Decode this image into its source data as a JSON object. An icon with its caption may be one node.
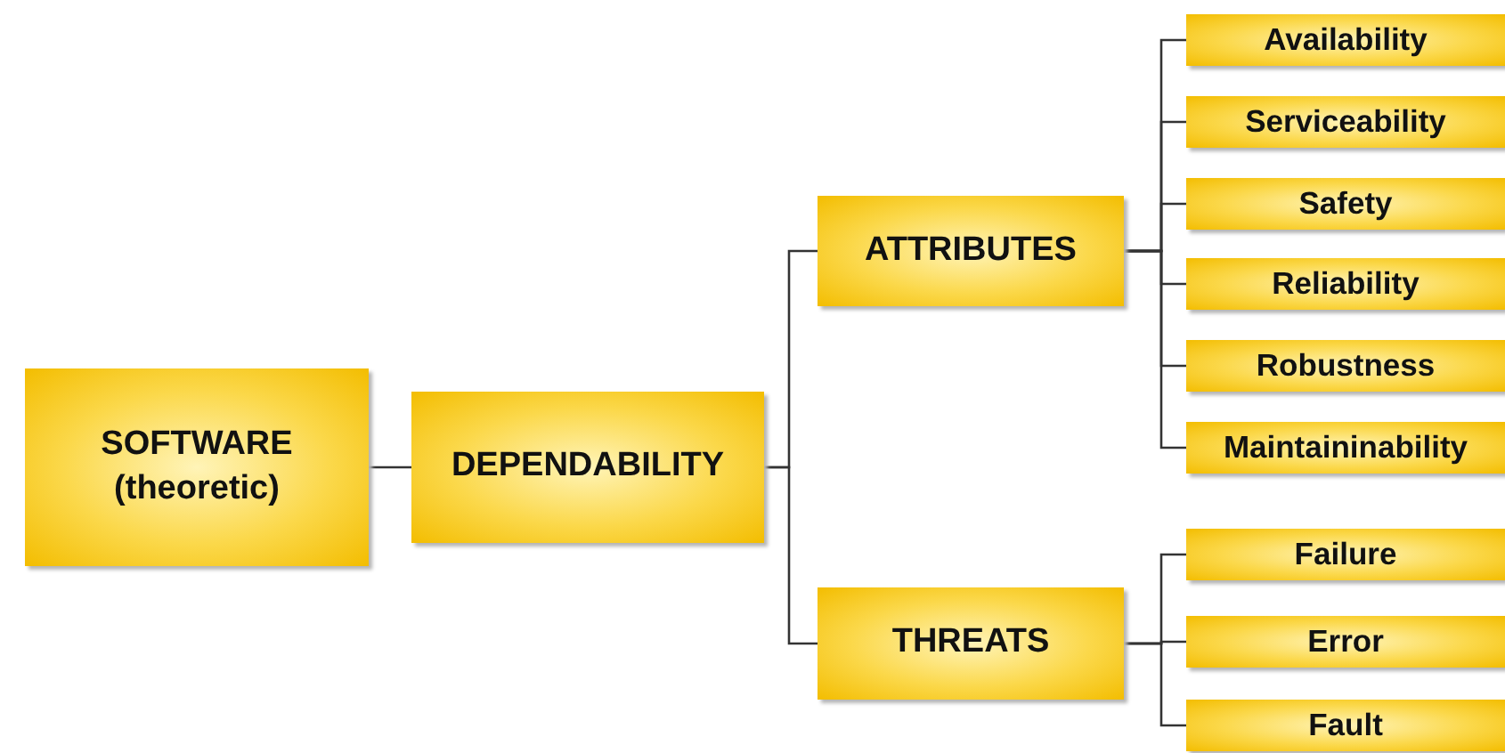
{
  "diagram": {
    "nodes": [
      {
        "text": [
          "SOFTWARE (theoretic)"
        ]
      },
      {
        "text": [
          "DEPENDABILITY"
        ]
      },
      {
        "text": [
          "ATTRIBUTES"
        ]
      },
      {
        "text": [
          "THREATS"
        ]
      },
      {
        "text": [
          "Availability"
        ]
      },
      {
        "text": [
          "Serviceability"
        ]
      },
      {
        "text": [
          "Safety"
        ]
      },
      {
        "text": [
          "Reliability"
        ]
      },
      {
        "text": [
          "Robustness"
        ]
      },
      {
        "text": [
          "Maintaininability"
        ]
      },
      {
        "text": [
          "Failure"
        ]
      },
      {
        "text": [
          "Error"
        ]
      },
      {
        "text": [
          "Fault"
        ]
      }
    ],
    "edges": [
      {
        "from": 0,
        "to": 1,
        "arrow": "none"
      },
      {
        "from": 1,
        "to": 2,
        "arrow": "none"
      },
      {
        "from": 1,
        "to": 3,
        "arrow": "none"
      },
      {
        "from": 2,
        "to": 4,
        "arrow": "none"
      },
      {
        "from": 2,
        "to": 5,
        "arrow": "none"
      },
      {
        "from": 2,
        "to": 6,
        "arrow": "none"
      },
      {
        "from": 2,
        "to": 7,
        "arrow": "none"
      },
      {
        "from": 2,
        "to": 8,
        "arrow": "none"
      },
      {
        "from": 2,
        "to": 9,
        "arrow": "none"
      },
      {
        "from": 3,
        "to": 10,
        "arrow": "none"
      },
      {
        "from": 3,
        "to": 11,
        "arrow": "none"
      },
      {
        "from": 3,
        "to": 12,
        "arrow": "none"
      }
    ]
  }
}
